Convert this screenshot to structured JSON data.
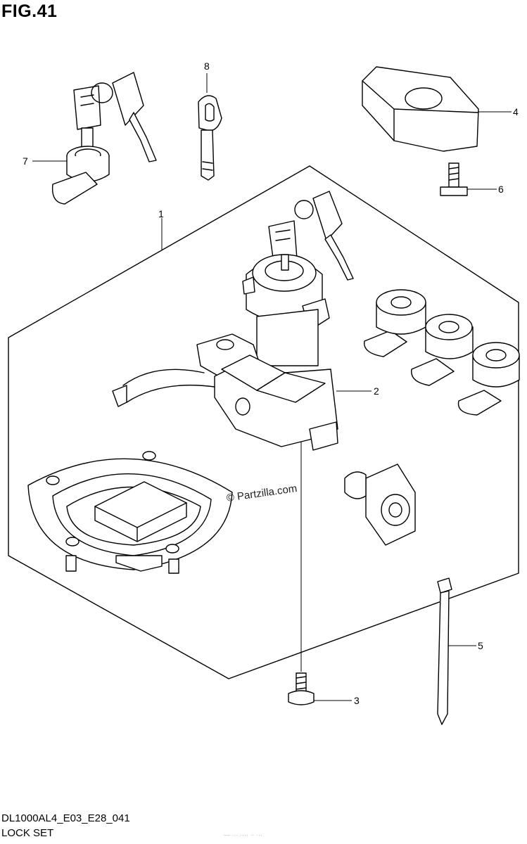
{
  "figure": {
    "title": "FIG.41",
    "model_code": "DL1000AL4_E03_E28_041",
    "section_name": "LOCK SET",
    "watermark": "© Partzilla.com",
    "footer_faint": "— ··· ···· ·· ···"
  },
  "callouts": [
    {
      "id": "1",
      "label": "1"
    },
    {
      "id": "2",
      "label": "2"
    },
    {
      "id": "3",
      "label": "3"
    },
    {
      "id": "4",
      "label": "4"
    },
    {
      "id": "5",
      "label": "5"
    },
    {
      "id": "6",
      "label": "6"
    },
    {
      "id": "7",
      "label": "7"
    },
    {
      "id": "8",
      "label": "8"
    }
  ]
}
